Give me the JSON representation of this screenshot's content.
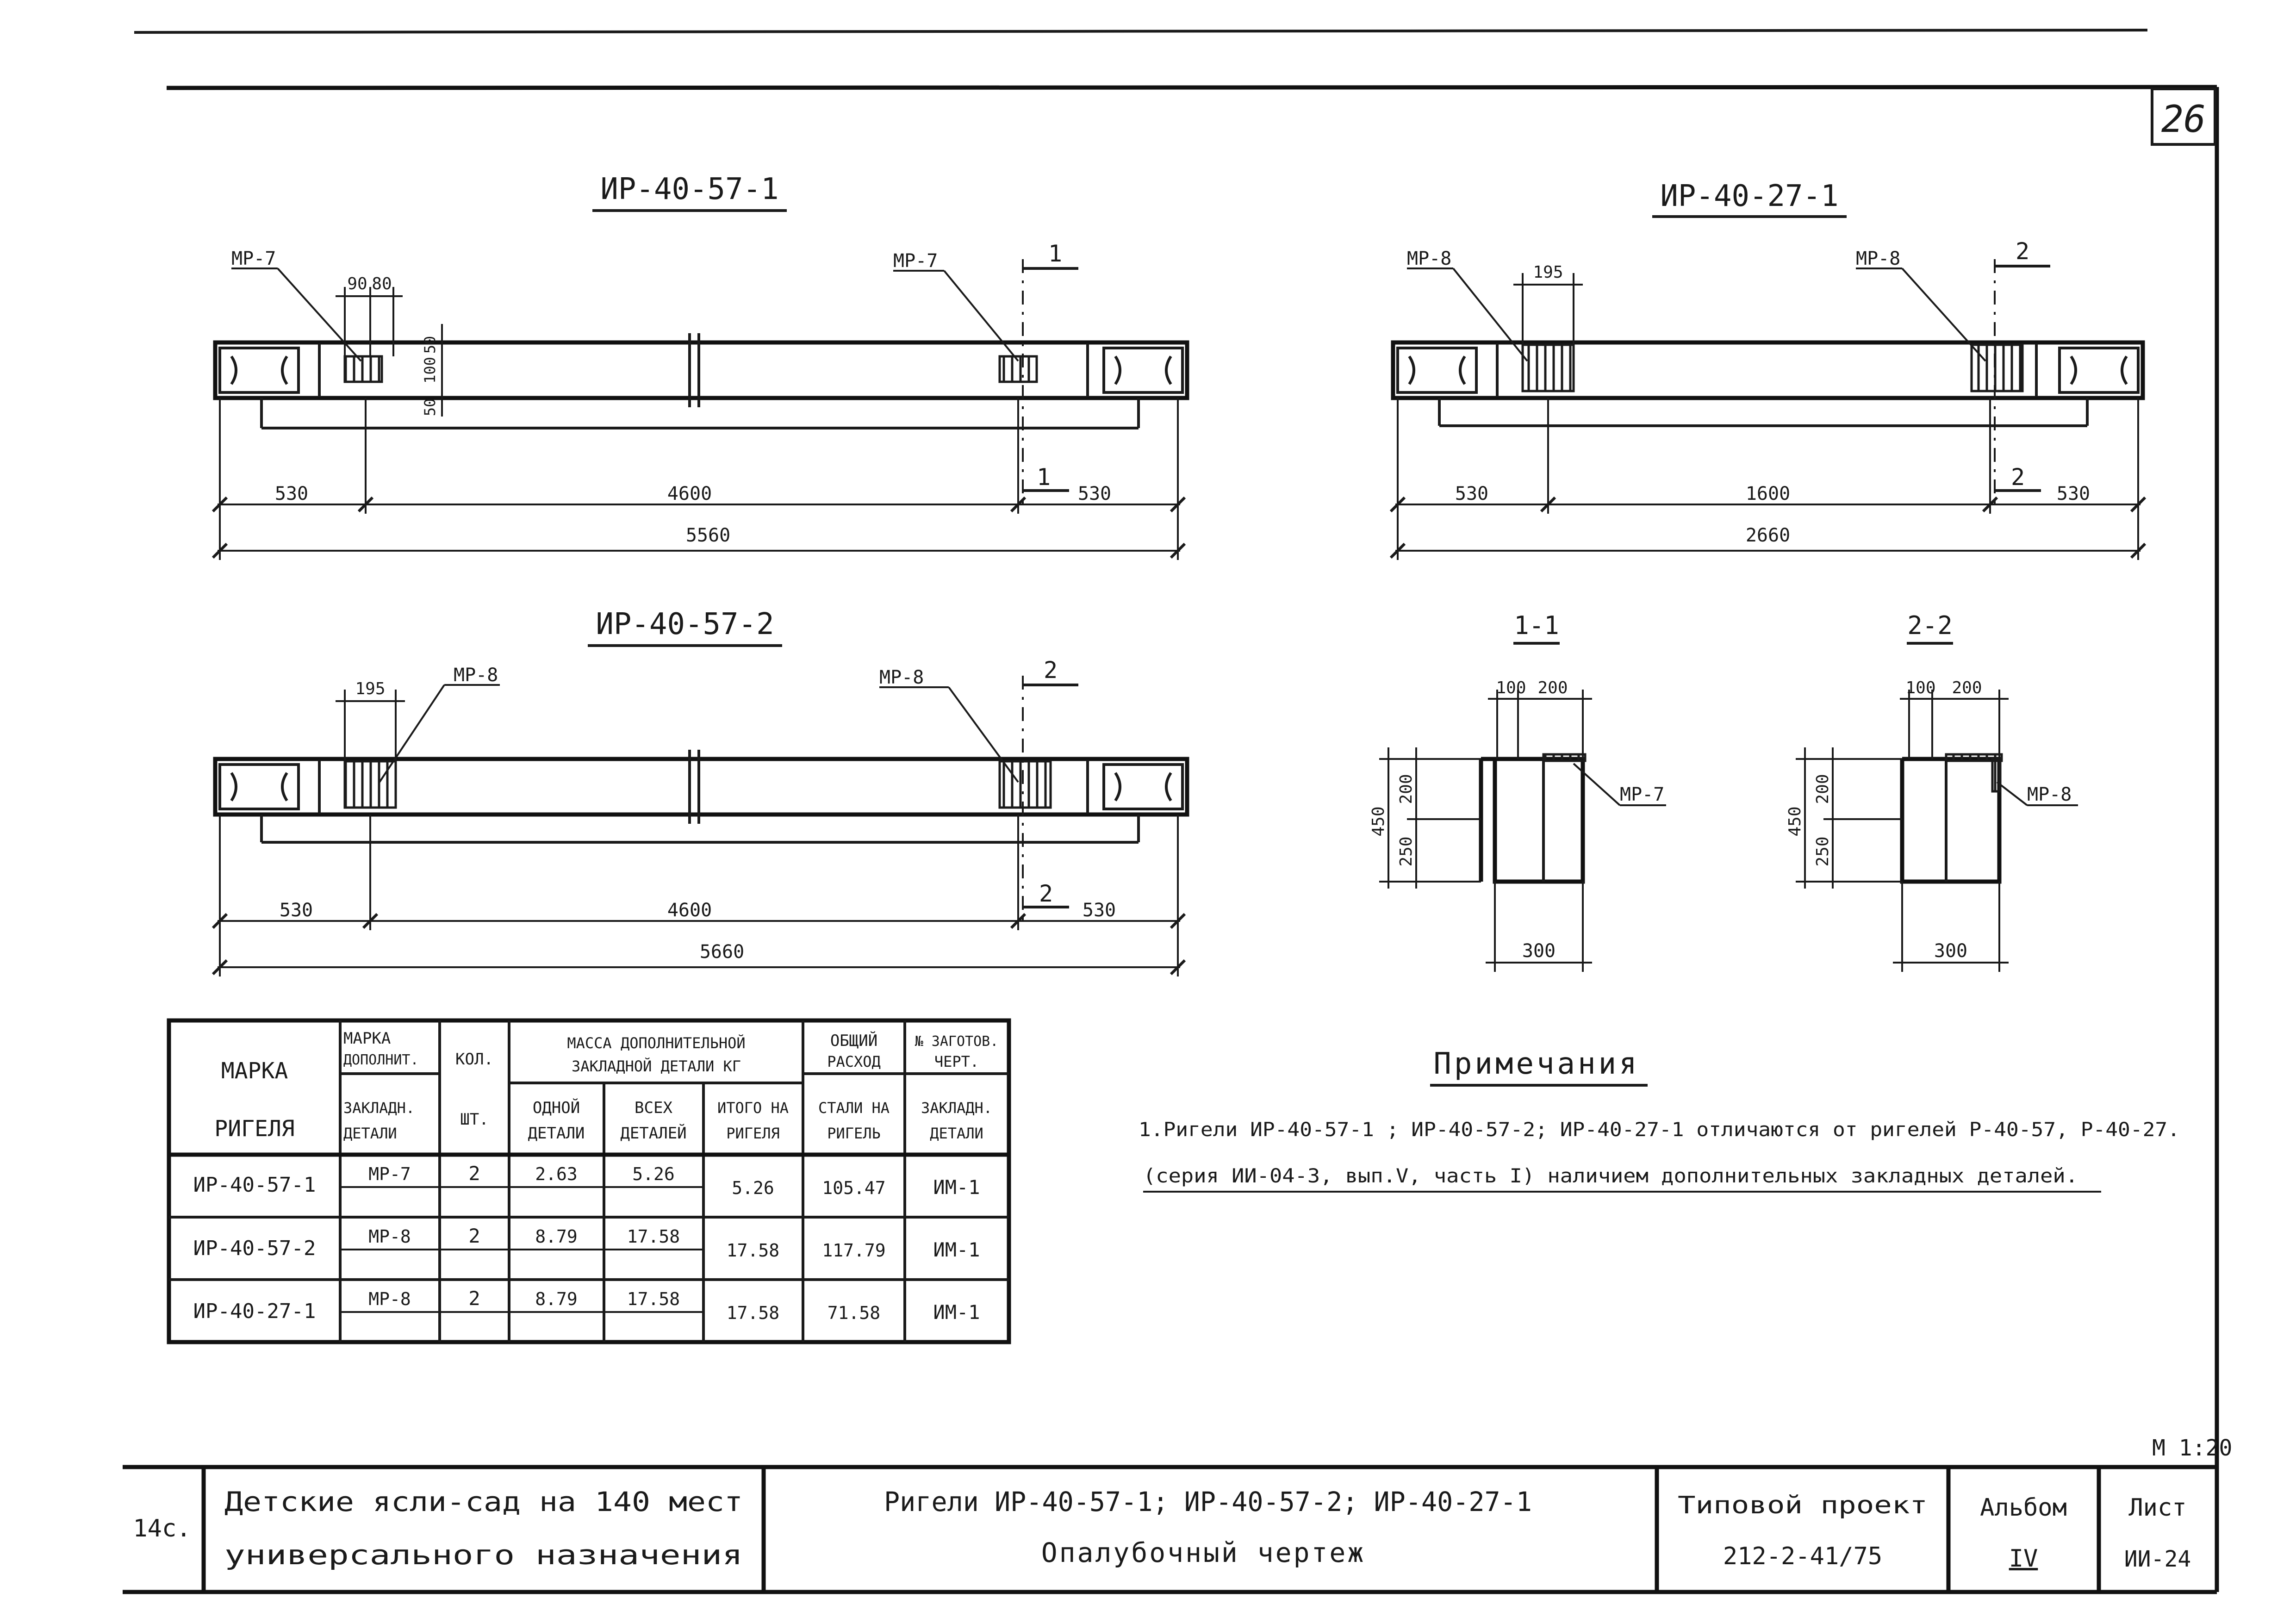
{
  "sheet_corner_number": "26",
  "views": {
    "view1": {
      "title": "ИР-40-57-1",
      "embed_left": "МР-7",
      "embed_right": "МР-7",
      "dims_top": [
        "90",
        "80"
      ],
      "dims_vert": [
        "50",
        "100",
        "50"
      ],
      "dim_left": "530",
      "dim_mid": "4600",
      "dim_right": "530",
      "dim_total": "5560",
      "section_mark": "1"
    },
    "view2": {
      "title": "ИР-40-27-1",
      "embed_left": "МР-8",
      "embed_right": "МР-8",
      "dim_top": "195",
      "dim_left": "530",
      "dim_mid": "1600",
      "dim_right": "530",
      "dim_total": "2660",
      "section_mark": "2"
    },
    "view3": {
      "title": "ИР-40-57-2",
      "embed_left": "МР-8",
      "embed_right": "МР-8",
      "dim_top": "195",
      "dim_left": "530",
      "dim_mid": "4600",
      "dim_right": "530",
      "dim_total": "5660",
      "section_mark": "2"
    },
    "section1": {
      "title": "1-1",
      "dims_top": [
        "100",
        "200"
      ],
      "dims_left": [
        "450",
        "200",
        "250"
      ],
      "dim_bottom": "300",
      "embed": "МР-7"
    },
    "section2": {
      "title": "2-2",
      "dims_top": [
        "100",
        "200"
      ],
      "dims_left": [
        "450",
        "200",
        "250"
      ],
      "dim_bottom": "300",
      "embed": "МР-8"
    }
  },
  "table": {
    "headers": {
      "mark": [
        "МАРКА",
        "РИГЕЛЯ"
      ],
      "embed_mark": [
        "МАРКА",
        "ДОПОЛНИТ.",
        "ЗАКЛАДН.",
        "ДЕТАЛИ"
      ],
      "qty": [
        "КОЛ.",
        "ШТ."
      ],
      "mass": [
        "МАССА ДОПОЛНИТЕЛЬНОЙ",
        "ЗАКЛАДНОЙ ДЕТАЛИ КГ"
      ],
      "one": [
        "ОДНОЙ",
        "ДЕТАЛИ"
      ],
      "all": [
        "ВСЕХ",
        "ДЕТАЛЕЙ"
      ],
      "total": [
        "ИТОГО НА",
        "РИГЕЛЯ"
      ],
      "steel": [
        "ОБЩИЙ",
        "РАСХОД",
        "СТАЛИ НА",
        "РИГЕЛЬ"
      ],
      "drawing": [
        "№ ЗАГОТОВ.",
        "ЧЕРТ.",
        "ЗАКЛАДН.",
        "ДЕТАЛИ"
      ]
    },
    "rows": [
      {
        "mark": "ИР-40-57-1",
        "embed": "МР-7",
        "qty": "2",
        "one": "2.63",
        "all": "5.26",
        "total": "5.26",
        "steel": "105.47",
        "drawing": "ИМ-1"
      },
      {
        "mark": "ИР-40-57-2",
        "embed": "МР-8",
        "qty": "2",
        "one": "8.79",
        "all": "17.58",
        "total": "17.58",
        "steel": "117.79",
        "drawing": "ИМ-1"
      },
      {
        "mark": "ИР-40-27-1",
        "embed": "МР-8",
        "qty": "2",
        "one": "8.79",
        "all": "17.58",
        "total": "17.58",
        "steel": "71.58",
        "drawing": "ИМ-1"
      }
    ]
  },
  "notes": {
    "title": "Примечания",
    "line1": "1.Ригели ИР-40-57-1 ; ИР-40-57-2; ИР-40-27-1 отличаются от ригелей Р-40-57, Р-40-27.",
    "line2": "(серия ИИ-04-3, вып.V, часть I) наличием дополнительных закладных деталей."
  },
  "scale": "М 1:20",
  "title_block": {
    "left_tag": "14с.",
    "project_name_1": "Детские ясли-сад на 140 мест",
    "project_name_2": "универсального назначения",
    "sheet_title_1": "Ригели ИР-40-57-1; ИР-40-57-2; ИР-40-27-1",
    "sheet_title_2": "Опалубочный чертеж",
    "project_label": "Типовой проект",
    "project_code": "212-2-41/75",
    "album_label": "Альбом",
    "album_number": "IV",
    "sheet_label": "Лист",
    "sheet_number": "ИИ-24"
  },
  "colors": {
    "ink": "#1a1a1a",
    "paper": "#ffffff"
  }
}
